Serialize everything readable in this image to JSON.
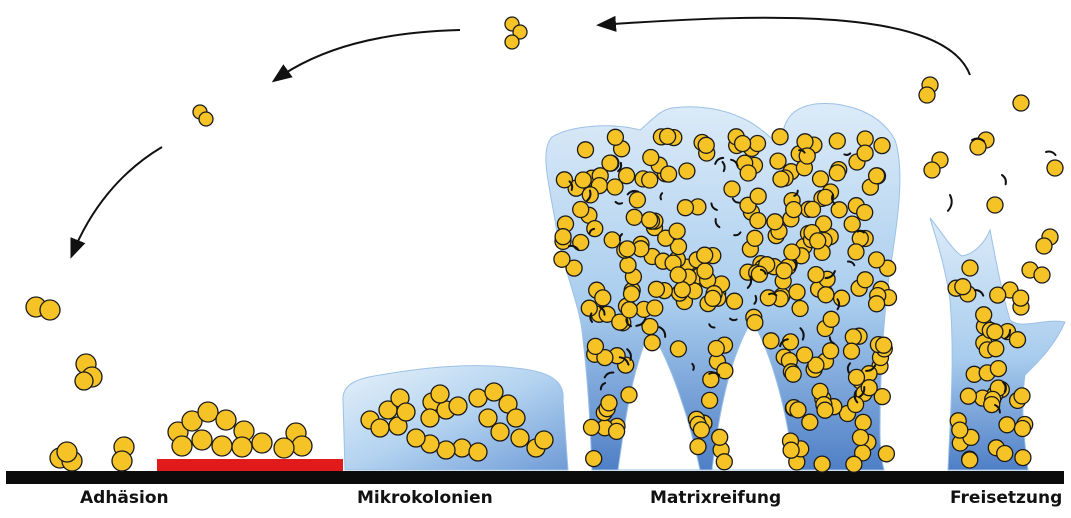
{
  "stages": [
    {
      "label": "Adhäsion"
    },
    {
      "label": "Mikrokolonien"
    },
    {
      "label": "Matrixreifung"
    },
    {
      "label": "Freisetzung"
    }
  ],
  "colors": {
    "cell_fill": "#f6c326",
    "cell_stroke": "#1a1a1a",
    "matrix_light": "#d6e8f7",
    "matrix_mid": "#a9cdee",
    "matrix_dark": "#4a78c0",
    "surface": "#0b0b0b",
    "conditioning_film": "#e11b1b",
    "arrow": "#111111"
  }
}
